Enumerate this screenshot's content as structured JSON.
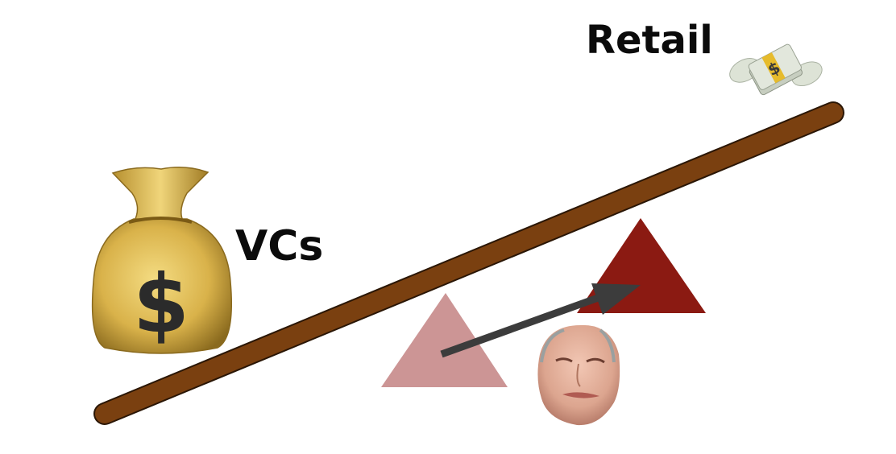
{
  "diagram": {
    "type": "seesaw-meme",
    "labels": {
      "retail": "Retail",
      "vcs": "VCs"
    },
    "icons": {
      "money_bag": "money-bag-icon",
      "money_with_wings": "money-with-wings-icon",
      "money_bag_symbol": "$",
      "money_wings_symbol": "$"
    },
    "elements": {
      "plank": {
        "color": "#7a4010",
        "outline": "#2a1605"
      },
      "old_fulcrum": {
        "color": "#cc9595"
      },
      "new_fulcrum": {
        "color": "#8b1a12"
      },
      "arrow": {
        "color": "#3c3c3c"
      },
      "face": {
        "description": "person face cutout"
      }
    }
  }
}
